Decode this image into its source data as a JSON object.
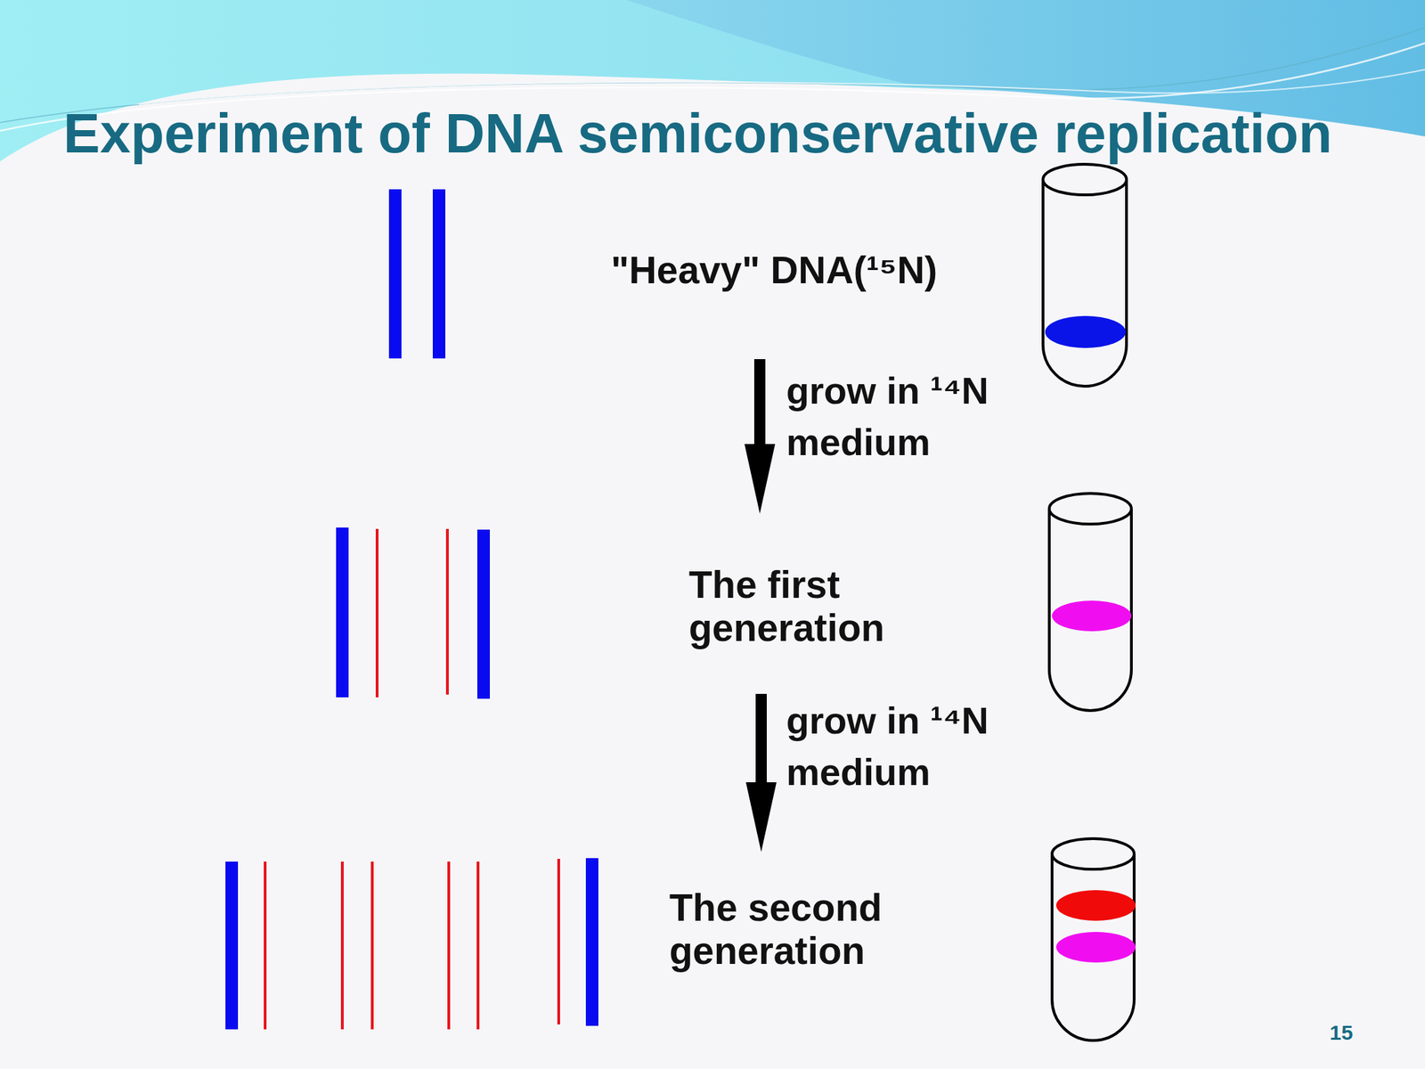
{
  "diagram": {
    "title": "Experiment of DNA semiconservative replication",
    "nodes": [
      {
        "text": [
          "\"Heavy\" DNA(¹⁵N)"
        ]
      },
      {
        "text": [
          "The first generation"
        ]
      },
      {
        "text": [
          "The second generation"
        ]
      }
    ],
    "edges": [
      {
        "from": 0,
        "to": 1,
        "arrow": "to",
        "label": "grow in ¹⁴N medium"
      },
      {
        "from": 1,
        "to": 2,
        "arrow": "to",
        "label": "grow in ¹⁴N medium"
      }
    ],
    "labels": [
      "15"
    ]
  }
}
